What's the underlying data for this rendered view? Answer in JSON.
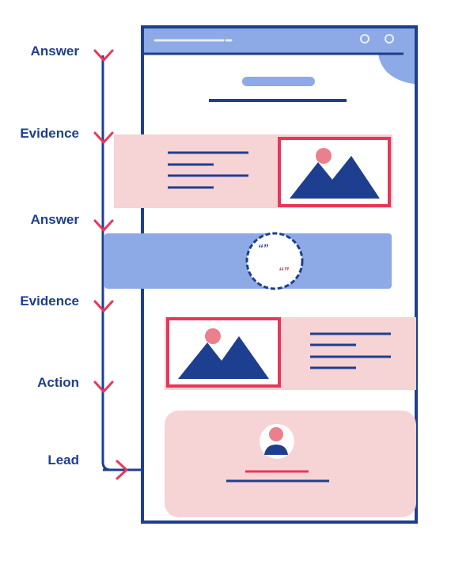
{
  "flow": {
    "steps": [
      {
        "label": "Answer"
      },
      {
        "label": "Evidence"
      },
      {
        "label": "Answer"
      },
      {
        "label": "Evidence"
      },
      {
        "label": "Action"
      },
      {
        "label": "Lead"
      }
    ]
  },
  "quote_badge": {
    "open_mark": "“”",
    "close_mark": "“”"
  },
  "colors": {
    "navy": "#1e3f8f",
    "light_blue": "#8da9e6",
    "light_pink": "#f6d3d4",
    "accent_red": "#e8375a",
    "dot_pink": "#eb7f8c",
    "white": "#ffffff"
  },
  "icons": {
    "arrow_down": "chevron-down-icon",
    "arrow_right": "chevron-right-icon",
    "image": "image-placeholder-icon",
    "person": "user-avatar-icon",
    "quote": "quote-icon"
  }
}
